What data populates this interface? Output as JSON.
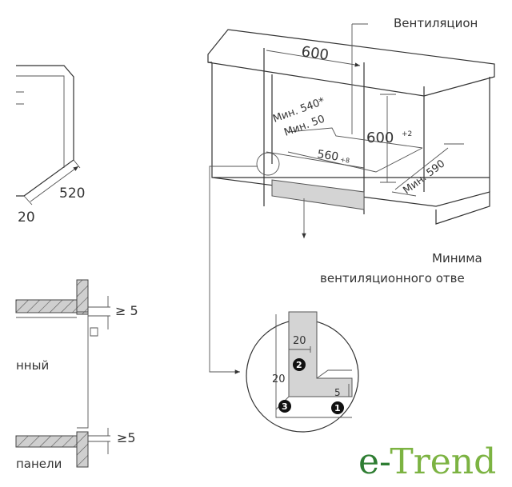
{
  "cabinet": {
    "ventilation_label": "Вентиляцион",
    "width_600": "600",
    "min_540": "Мин. 540*",
    "min_50": "Мин. 50",
    "height_600": "600",
    "height_tol": "+2",
    "width_560": "560",
    "width_tol": "+8",
    "min_590": "Мин. 590",
    "min_caption_line1": "Минима",
    "min_caption_line2": "вентиляционного отве"
  },
  "left_partial": {
    "depth_520": "520",
    "offset_20": "20"
  },
  "section": {
    "gap_top": "≥ 5",
    "gap_bottom": "≥5",
    "label_mid": "нный",
    "label_bottom": "панели"
  },
  "detail": {
    "dim_top": "20",
    "dim_left": "20",
    "dim_gap": "5",
    "markers": [
      "1",
      "2",
      "3"
    ]
  },
  "logo": {
    "text_e": "e-",
    "text_trend": "Trend",
    "color_e": "#2e7d32",
    "color_trend": "#7cb342"
  }
}
